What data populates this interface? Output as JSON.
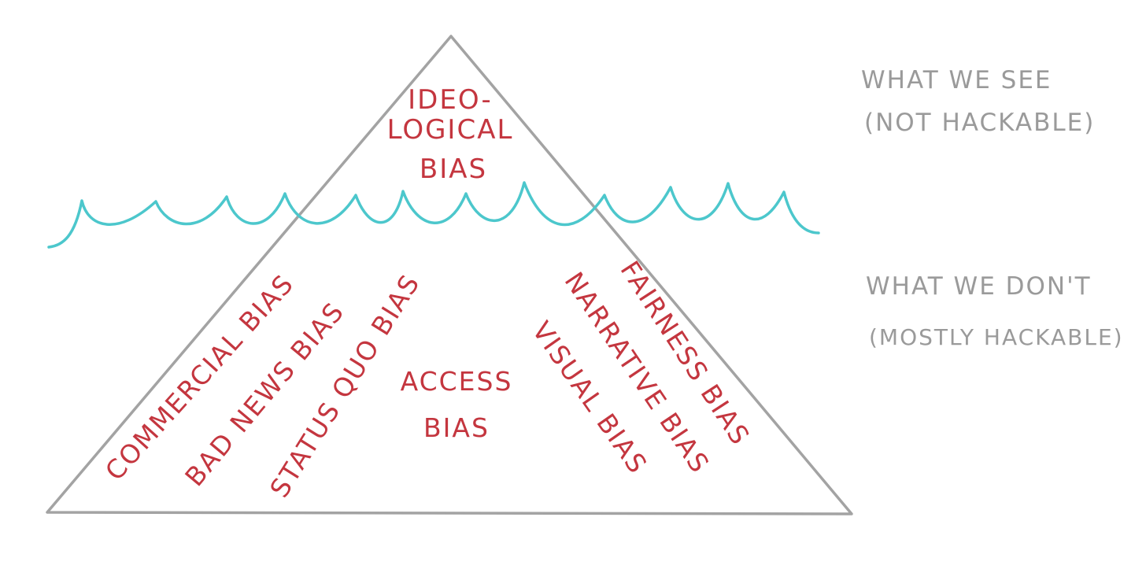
{
  "colors": {
    "triangle": "#a3a3a3",
    "water": "#4cc7cc",
    "bias_text": "#c4363f",
    "side_text": "#9a9a9a"
  },
  "above_water": {
    "line1": "IDEO-",
    "line2": "LOGICAL",
    "line3": "BIAS"
  },
  "below_water": {
    "commercial": "COMMERCIAL BIAS",
    "bad_news": "BAD NEWS BIAS",
    "status_quo": "STATUS QUO BIAS",
    "access_line1": "ACCESS",
    "access_line2": "BIAS",
    "fairness": "FAIRNESS BIAS",
    "narrative": "NARRATIVE BIAS",
    "visual": "VISUAL BIAS"
  },
  "side_notes": {
    "seen_line1": "WHAT WE SEE",
    "seen_line2": "(NOT HACKABLE)",
    "unseen_line1": "WHAT WE DON'T",
    "unseen_line2": "(MOSTLY HACKABLE)"
  }
}
